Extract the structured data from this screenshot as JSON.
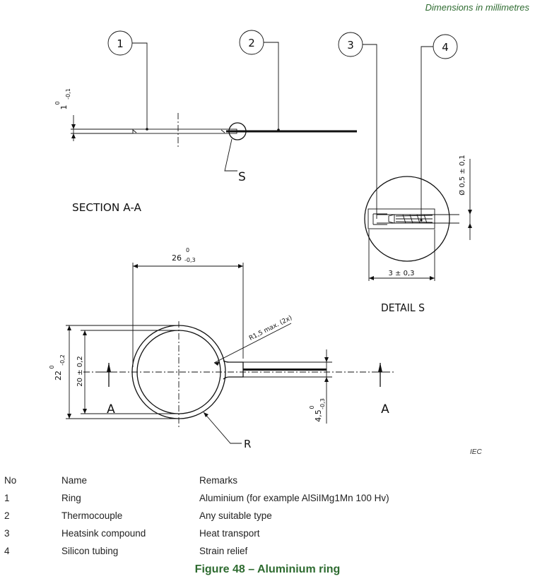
{
  "header": {
    "units_note": "Dimensions in millimetres"
  },
  "drawing": {
    "balloons": [
      "1",
      "2",
      "3",
      "4"
    ],
    "section_title": "SECTION A-A",
    "detail_title": "DETAIL S",
    "detail_ref": "S",
    "section_mark": "A",
    "radius_label": "R",
    "dim_thickness": {
      "nominal": "1",
      "upper": "0",
      "lower": "-0,1"
    },
    "dim_width": {
      "nominal": "26",
      "upper": "0",
      "lower": "-0,3"
    },
    "dim_outer": {
      "nominal": "22",
      "upper": "0",
      "lower": "-0,2"
    },
    "dim_inner": "20 ± 0,2",
    "dim_tab": {
      "nominal": "4,5",
      "upper": "0",
      "lower": "-0,3"
    },
    "dim_radius_note": "R1,5 max.  (2x)",
    "dim_detail_length": "3 ± 0,3",
    "dim_detail_diameter": "Ø 0,5 ± 0,1",
    "source_mark": "IEC"
  },
  "table": {
    "headers": [
      "No",
      "Name",
      "Remarks"
    ],
    "rows": [
      [
        "1",
        "Ring",
        "Aluminium (for example AlSiIMg1Mn 100 Hv)"
      ],
      [
        "2",
        "Thermocouple",
        "Any suitable type"
      ],
      [
        "3",
        "Heatsink compound",
        "Heat transport"
      ],
      [
        "4",
        "Silicon tubing",
        "Strain relief"
      ]
    ]
  },
  "caption": "Figure 48 – Aluminium ring"
}
